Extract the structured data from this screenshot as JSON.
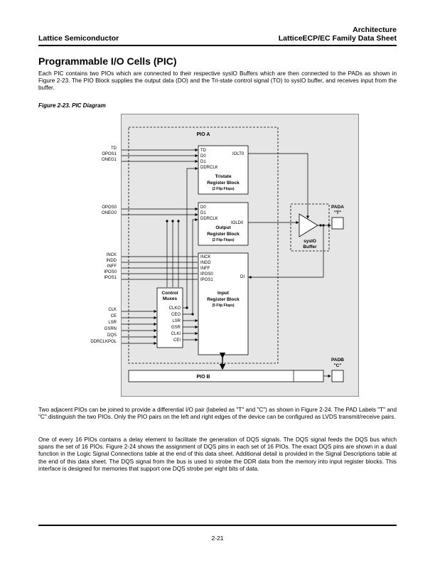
{
  "header": {
    "section": "Architecture",
    "company": "Lattice Semiconductor",
    "doc_title": "LatticeECP/EC Family Data Sheet"
  },
  "title": "Programmable I/O Cells (PIC)",
  "intro": "Each PIC contains two PIOs which are connected to their respective sysIO Buffers which are then connected to the PADs as shown in Figure 2-23. The PIO Block supplies the output data (DO) and the Tri-state control signal (TO) to sysIO buffer, and receives input from the buffer.",
  "figure": {
    "caption": "Figure 2-23. PIC Diagram",
    "pio_a": "PIO A",
    "pio_b": "PIO B",
    "tristate_pins": [
      "TD",
      "D0",
      "D1",
      "DDRCLK"
    ],
    "tristate_block": [
      "Tristate",
      "Register Block",
      "(2 Flip Flops)"
    ],
    "tristate_out": "IOLT0",
    "left_tristate": [
      "TD",
      "OPOS1",
      "ONEG1"
    ],
    "output_pins": [
      "D0",
      "D1",
      "DDRCLK"
    ],
    "output_block": [
      "Output",
      "Register Block",
      "(2 Flip Flops)"
    ],
    "output_out": "IOLD0",
    "left_output": [
      "OPOS0",
      "ONEG0"
    ],
    "input_pins": [
      "INCK",
      "INDD",
      "INFF",
      "IPOS0",
      "IPOS1"
    ],
    "input_block": [
      "Input",
      "Register Block",
      "(5 Flip Flops)"
    ],
    "input_in": "DI",
    "left_input": [
      "INCK",
      "INDD",
      "INFF",
      "IPOS0",
      "IPOS1"
    ],
    "control_title": [
      "Control",
      "Muxes"
    ],
    "control_pins": [
      "CLKO",
      "CEO",
      "LSR",
      "GSR",
      "CLKI",
      "CEI"
    ],
    "left_control": [
      "CLK",
      "CE",
      "LSR",
      "GSRN",
      "DQS",
      "DDRCLKPOL"
    ],
    "sysio": [
      "sysIO",
      "Buffer"
    ],
    "pada": [
      "PADA",
      "\"T\""
    ],
    "padb": [
      "PADB",
      "\"C\""
    ]
  },
  "para2": "Two adjacent PIOs can be joined to provide a differential I/O pair (labeled as \"T\" and \"C\") as shown in Figure 2-24. The PAD Labels \"T\" and \"C\" distinguish the two PIOs. Only the PIO pairs on the left and right edges of the device can be configured as LVDS transmit/receive pairs.",
  "para3": "One of every 16 PIOs contains a delay element to facilitate the generation of DQS signals. The DQS signal feeds the DQS bus which spans the set of 16 PIOs. Figure 2-24 shows the assignment of DQS pins in each set of 16 PIOs. The exact DQS pins are shown in a dual function in the Logic Signal Connections table at the end of this data sheet. Additional detail is provided in the Signal Descriptions table at the end of this data sheet. The DQS signal from the bus is used to strobe the DDR data from the memory into input register blocks. This interface is designed for memories that support one DQS strobe per eight bits of data.",
  "page_number": "2-21"
}
